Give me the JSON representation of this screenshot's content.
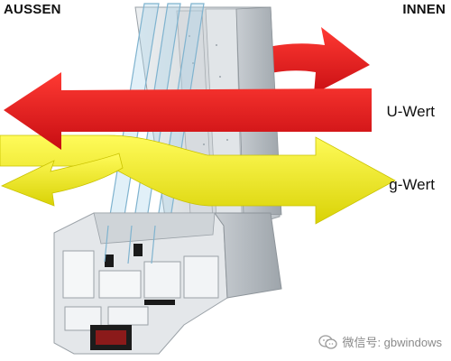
{
  "labels": {
    "outside": "AUSSEN",
    "inside": "INNEN",
    "u_value": "U-Wert",
    "g_value": "g-Wert"
  },
  "watermark": {
    "text": "微信号: gbwindows",
    "icon": "wechat-icon"
  },
  "colors": {
    "u_arrow": "#e8141b",
    "g_arrow": "#f0ec1a",
    "frame": "#d9dde1",
    "gasket": "#1a1a1a",
    "glass": "#aad4ea"
  }
}
